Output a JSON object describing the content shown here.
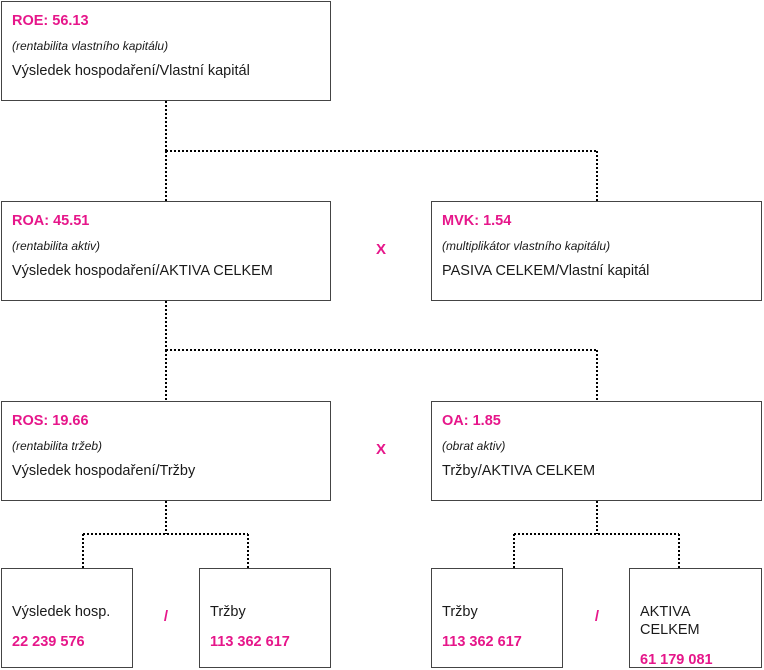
{
  "roe": {
    "title": "ROE: 56.13",
    "subtitle": "(rentabilita vlastního kapitálu)",
    "formula": "Výsledek hospodaření/Vlastní kapitál"
  },
  "roa": {
    "title": "ROA: 45.51",
    "subtitle": "(rentabilita aktiv)",
    "formula": "Výsledek hospodaření/AKTIVA CELKEM"
  },
  "mvk": {
    "title": "MVK: 1.54",
    "subtitle": "(multiplikátor vlastního kapitálu)",
    "formula": "PASIVA CELKEM/Vlastní kapitál"
  },
  "ros": {
    "title": "ROS: 19.66",
    "subtitle": "(rentabilita tržeb)",
    "formula": "Výsledek hospodaření/Tržby"
  },
  "oa": {
    "title": "OA: 1.85",
    "subtitle": "(obrat aktiv)",
    "formula": "Tržby/AKTIVA CELKEM"
  },
  "operators": {
    "multiply_1": "X",
    "multiply_2": "X",
    "divide_1": "/",
    "divide_2": "/"
  },
  "leaves": {
    "vh": {
      "label": "Výsledek hosp.",
      "value": "22 239 576"
    },
    "trzby_1": {
      "label": "Tržby",
      "value": "113 362 617"
    },
    "trzby_2": {
      "label": "Tržby",
      "value": "113 362 617"
    },
    "aktiva": {
      "label": "AKTIVA CELKEM",
      "value": "61 179 081"
    }
  },
  "colors": {
    "accent": "#e6168a",
    "border": "#444444",
    "connector": "#000000"
  }
}
